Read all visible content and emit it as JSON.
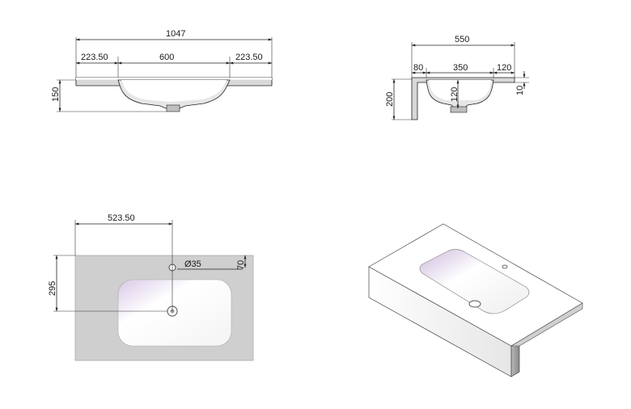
{
  "front_view": {
    "overall_width": "1047",
    "left_margin": "223.50",
    "bowl_width": "600",
    "right_margin": "223.50",
    "height": "150"
  },
  "side_view": {
    "overall_depth": "550",
    "front_offset": "80",
    "bowl_depth": "350",
    "rear_offset": "120",
    "overall_height": "200",
    "bowl_inner_height": "120",
    "top_thickness": "10"
  },
  "top_view": {
    "drain_offset_x": "523.50",
    "drain_offset_y": "295",
    "tap_hole_diameter": "Ø35",
    "tap_hole_offset": "70"
  }
}
